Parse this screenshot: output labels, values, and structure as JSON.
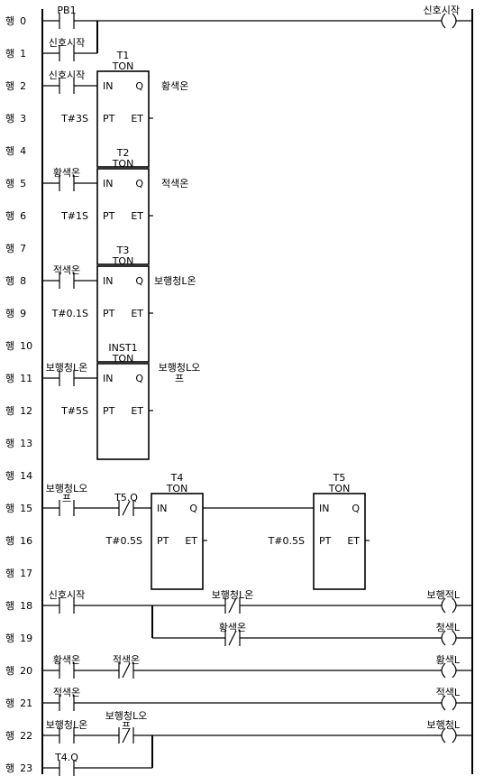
{
  "row_prefix": "행",
  "rows": [
    "0",
    "1",
    "2",
    "3",
    "4",
    "5",
    "6",
    "7",
    "8",
    "9",
    "10",
    "11",
    "12",
    "13",
    "14",
    "15",
    "16",
    "17",
    "18",
    "19",
    "20",
    "21",
    "22",
    "23"
  ],
  "contacts": [
    {
      "label": "PB1",
      "nc": false
    },
    {
      "label": "신호시작",
      "nc": false
    },
    {
      "label": "신호시작",
      "nc": false
    },
    {
      "label": "황색온",
      "nc": false
    },
    {
      "label": "적색온",
      "nc": false
    },
    {
      "label": "보행청L온",
      "nc": false
    },
    {
      "label": "보행청L오",
      "label2": "프",
      "nc": false
    },
    {
      "label": "T5.Q",
      "nc": true
    },
    {
      "label": "신호시작",
      "nc": false
    },
    {
      "label": "보행청L온",
      "nc": true
    },
    {
      "label": "황색온",
      "nc": true
    },
    {
      "label": "황색온",
      "nc": false
    },
    {
      "label": "적색온",
      "nc": true
    },
    {
      "label": "적색온",
      "nc": false
    },
    {
      "label": "보행청L온",
      "nc": false
    },
    {
      "label": "보행청L오",
      "label2": "프",
      "nc": true
    },
    {
      "label": "T4.Q",
      "nc": false
    }
  ],
  "coils": [
    {
      "label": "신호시작"
    },
    {
      "label": "보행적L"
    },
    {
      "label": "청색L"
    },
    {
      "label": "황색L"
    },
    {
      "label": "적색L"
    },
    {
      "label": "보행청L"
    }
  ],
  "timers": [
    {
      "name": "T1",
      "type": "TON",
      "in": "IN",
      "q": "Q",
      "pt": "PT",
      "et": "ET",
      "preset": "T#3S",
      "output": "황색온"
    },
    {
      "name": "T2",
      "type": "TON",
      "in": "IN",
      "q": "Q",
      "pt": "PT",
      "et": "ET",
      "preset": "T#1S",
      "output": "적색온"
    },
    {
      "name": "T3",
      "type": "TON",
      "in": "IN",
      "q": "Q",
      "pt": "PT",
      "et": "ET",
      "preset": "T#0.1S",
      "output": "보행청L온"
    },
    {
      "name": "INST1",
      "type": "TON",
      "in": "IN",
      "q": "Q",
      "pt": "PT",
      "et": "ET",
      "preset": "T#5S",
      "output": "보행청L오",
      "output2": "프"
    },
    {
      "name": "T4",
      "type": "TON",
      "in": "IN",
      "q": "Q",
      "pt": "PT",
      "et": "ET",
      "preset": "T#0.5S",
      "output": ""
    },
    {
      "name": "T5",
      "type": "TON",
      "in": "IN",
      "q": "Q",
      "pt": "PT",
      "et": "ET",
      "preset": "T#0.5S",
      "output": ""
    }
  ]
}
